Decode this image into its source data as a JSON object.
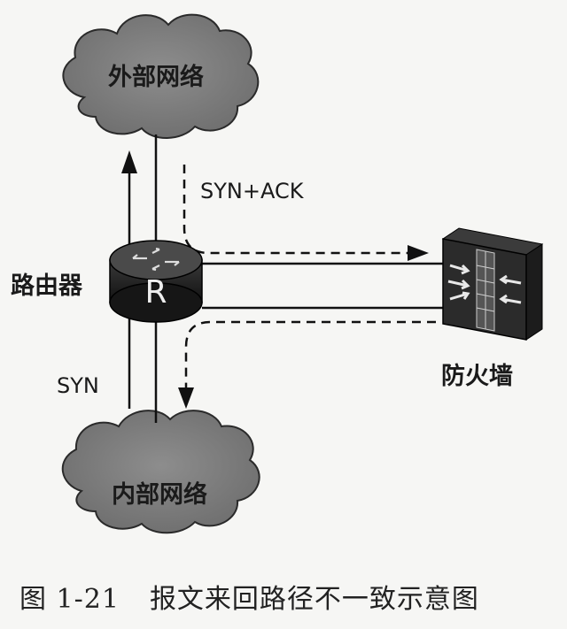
{
  "nodes": {
    "external_network": "外部网络",
    "internal_network": "内部网络",
    "router": "路由器",
    "router_symbol": "R",
    "firewall": "防火墙"
  },
  "flows": {
    "syn": "SYN",
    "syn_ack": "SYN+ACK"
  },
  "caption": {
    "number": "图 1-21",
    "text": "报文来回路径不一致示意图"
  }
}
